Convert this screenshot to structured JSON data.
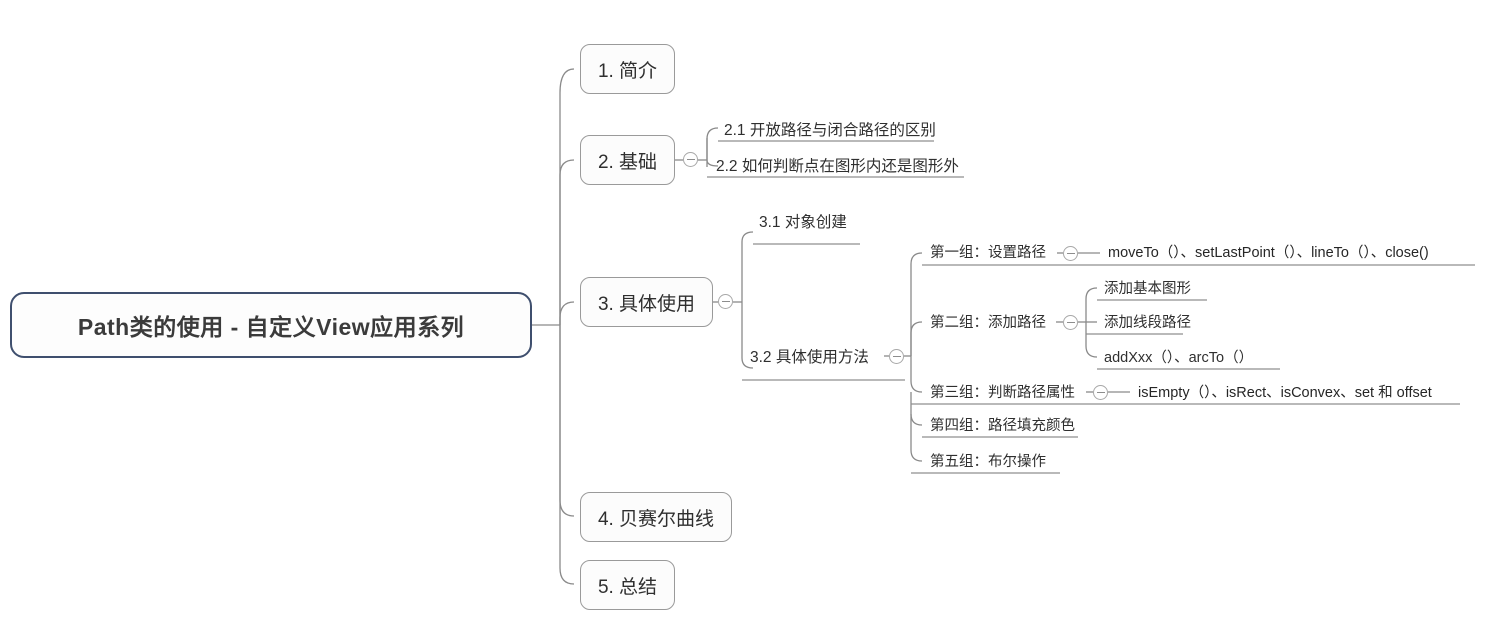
{
  "diagram": {
    "type": "mind-map",
    "background": "#ffffff",
    "root_border_color": "#3f4f6e",
    "node_border_color": "#9a9a9a",
    "connector_color": "#8a8a8a",
    "underline_color": "#8a8a8a",
    "text_color": "#2f2f2f"
  },
  "root": {
    "label": "Path类的使用 - 自定义View应用系列"
  },
  "branches": [
    {
      "id": "b1",
      "label": "1. 简介",
      "has_toggle": false
    },
    {
      "id": "b2",
      "label": "2. 基础",
      "has_toggle": true
    },
    {
      "id": "b3",
      "label": "3. 具体使用",
      "has_toggle": true
    },
    {
      "id": "b4",
      "label": "4. 贝赛尔曲线",
      "has_toggle": false
    },
    {
      "id": "b5",
      "label": "5. 总结",
      "has_toggle": false
    }
  ],
  "section2_children": [
    {
      "label": "2.1 开放路径与闭合路径的区别"
    },
    {
      "label": "2.2 如何判断点在图形内还是图形外"
    }
  ],
  "section3_children": [
    {
      "label": "3.1 对象创建",
      "has_toggle": false
    },
    {
      "label": "3.2 具体使用方法",
      "has_toggle": true
    }
  ],
  "groups": [
    {
      "label": "第一组：设置路径",
      "has_toggle": true
    },
    {
      "label": "第二组：添加路径",
      "has_toggle": true
    },
    {
      "label": "第三组：判断路径属性",
      "has_toggle": true
    },
    {
      "label": "第四组：路径填充颜色",
      "has_toggle": false
    },
    {
      "label": "第五组：布尔操作",
      "has_toggle": false
    }
  ],
  "group1_methods": [
    {
      "label": "moveTo（）、setLastPoint（）、lineTo（）、close()"
    }
  ],
  "group2_children": [
    {
      "label": "添加基本图形"
    },
    {
      "label": "添加线段路径"
    },
    {
      "label": "addXxx（）、arcTo（）"
    }
  ],
  "group3_methods": [
    {
      "label": "isEmpty（）、isRect、isConvex、set 和 offset"
    }
  ]
}
